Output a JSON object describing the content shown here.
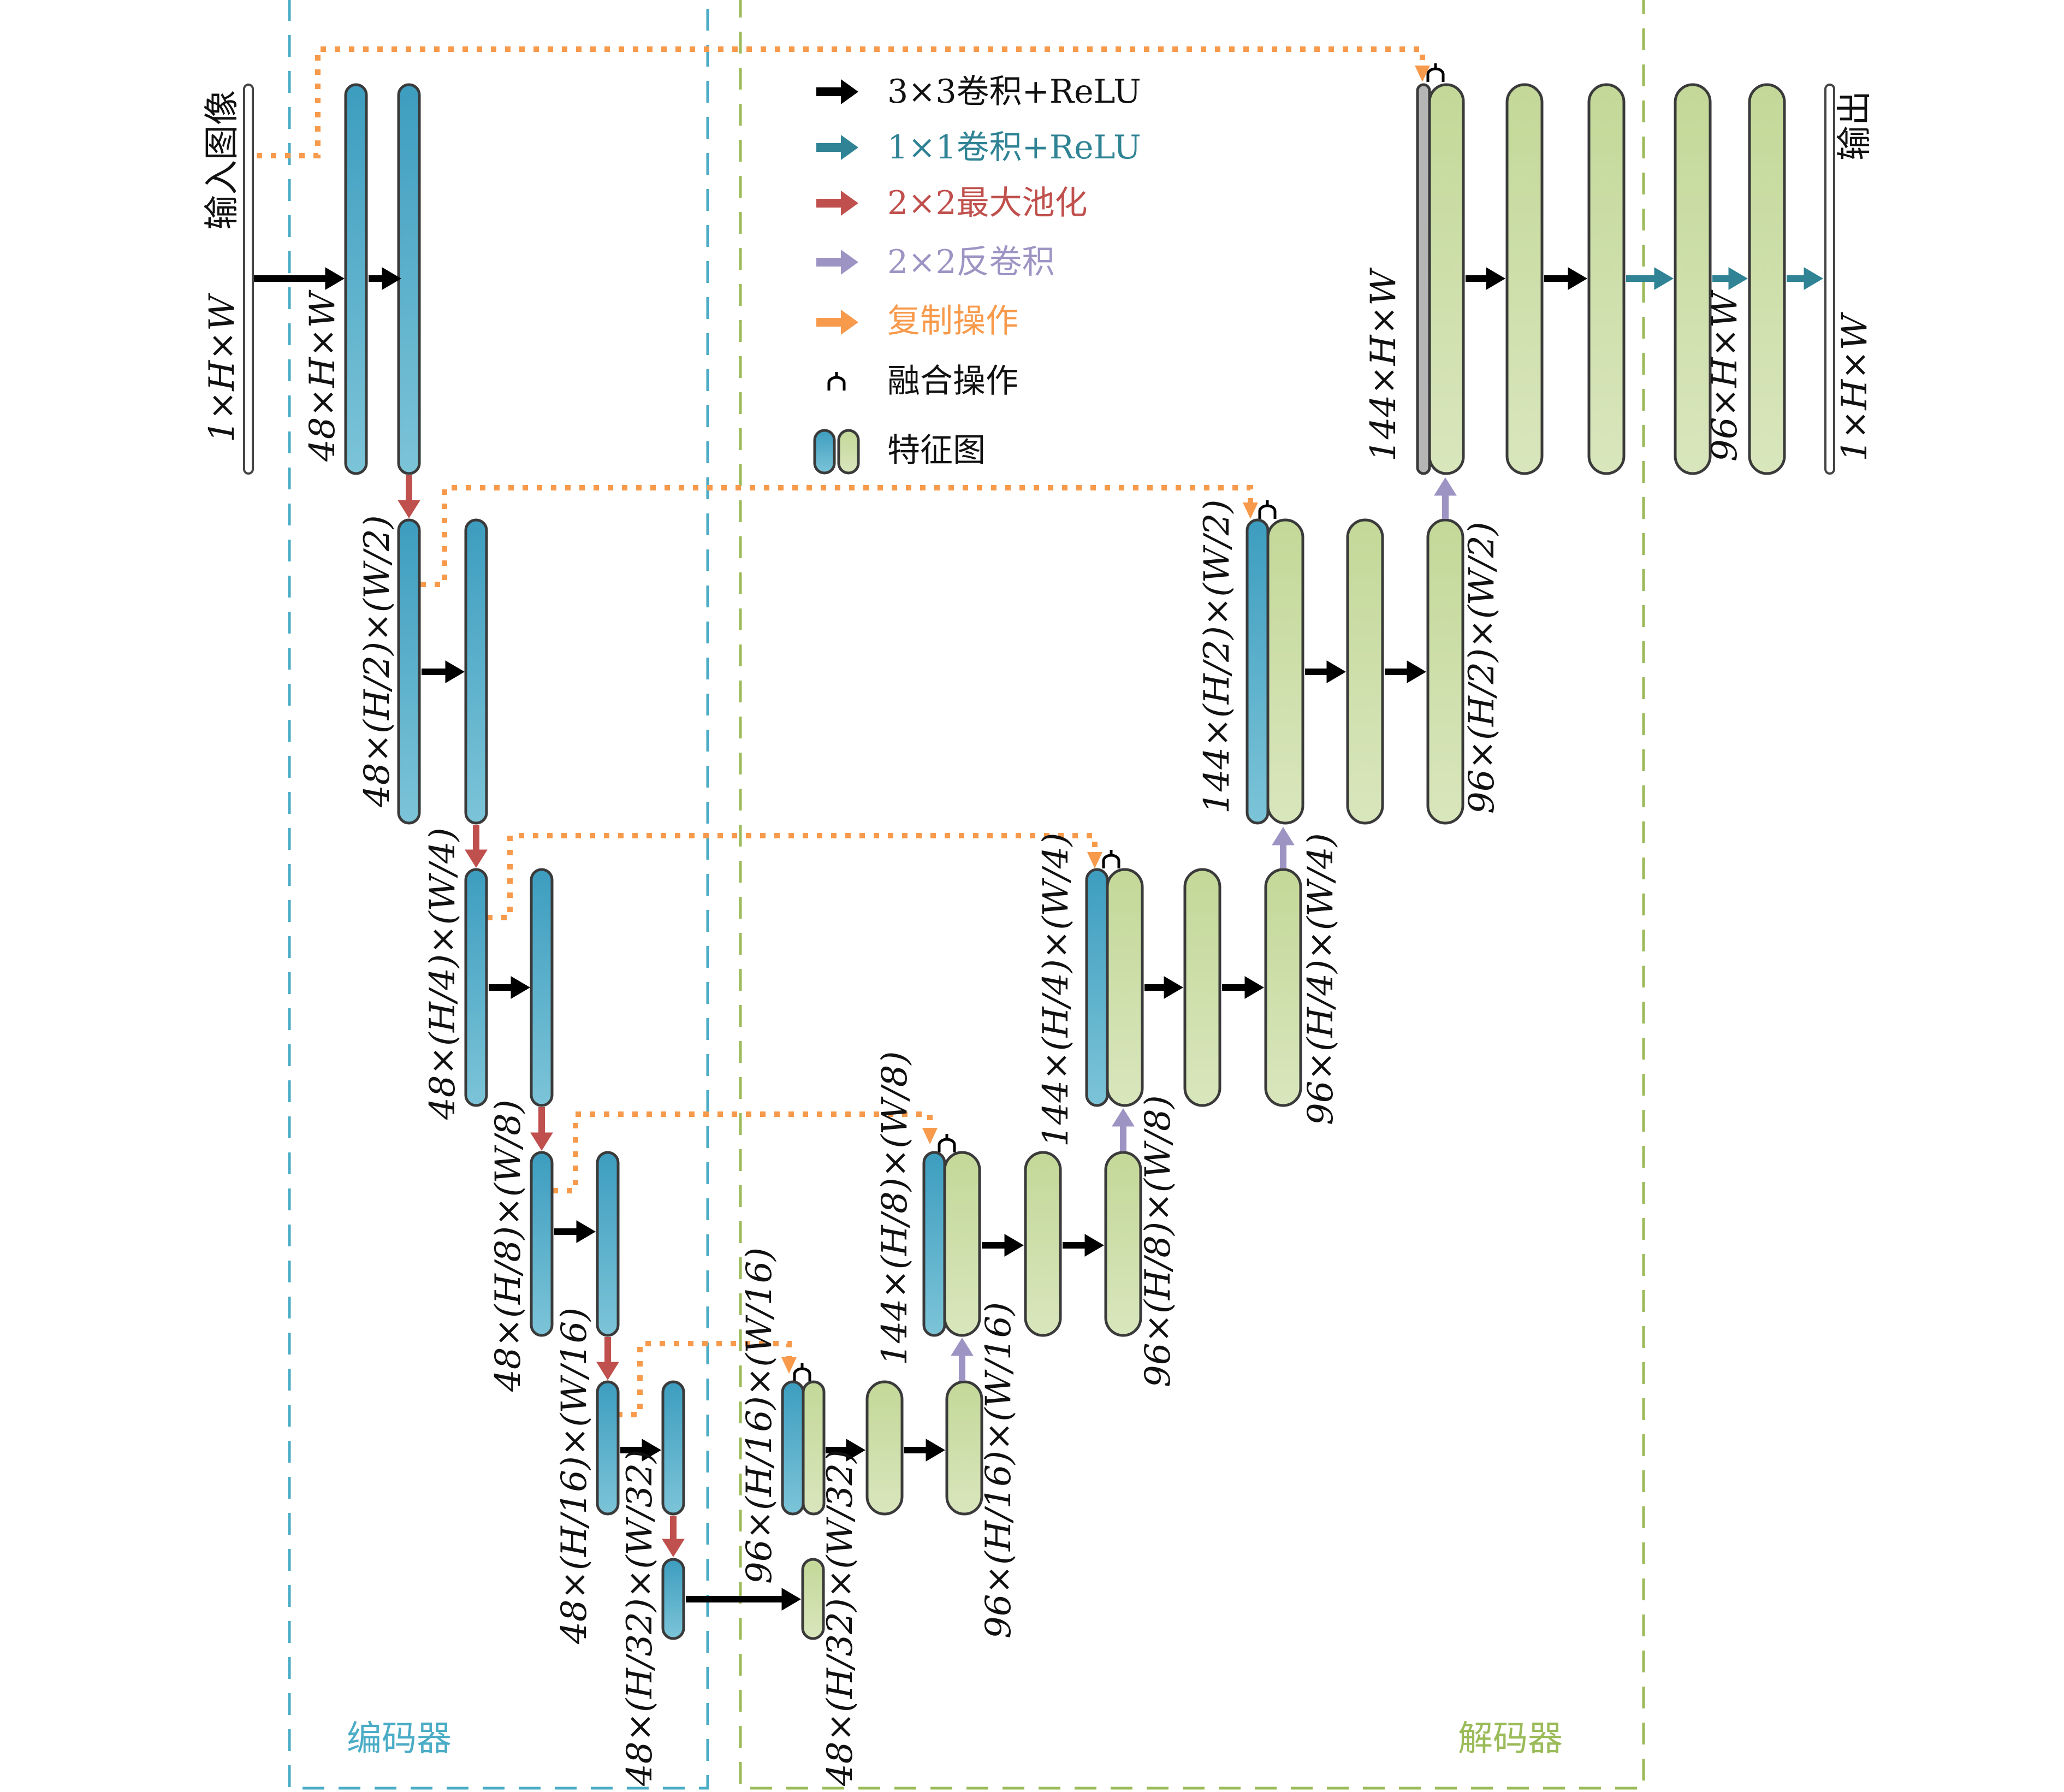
{
  "sections": {
    "encoder": "编码器",
    "decoder": "解码器"
  },
  "legend": [
    {
      "kind": "arrow",
      "color": "#000000",
      "text": "3×3卷积+ReLU"
    },
    {
      "kind": "arrow",
      "color": "#2f8394",
      "text": "1×1卷积+ReLU"
    },
    {
      "kind": "arrow",
      "color": "#c0504d",
      "text": "2×2最大池化"
    },
    {
      "kind": "arrow",
      "color": "#9e94c4",
      "text": "2×2反卷积"
    },
    {
      "kind": "arrow",
      "color": "#f79a4c",
      "text": "复制操作"
    },
    {
      "kind": "merge",
      "color": "#000000",
      "text": "融合操作"
    },
    {
      "kind": "feature",
      "color": "#000000",
      "text": "特征图"
    }
  ],
  "labels": {
    "input_title": "输入图像",
    "input_size": "1×H×W",
    "output_title": "输出",
    "output_size": "1×H×W",
    "enc1": "48×H×W",
    "enc2": "48×(H/2)×(W/2)",
    "enc3": "48×(H/4)×(W/4)",
    "enc4": "48×(H/8)×(W/8)",
    "enc5": "48×(H/16)×(W/16)",
    "enc6": "48×(H/32)×(W/32)",
    "dec0": "48×(H/32)×(W/32)",
    "dec5a": "96×(H/16)×(W/16)",
    "dec5b": "96×(H/16)×(W/16)",
    "dec4a": "144×(H/8)×(W/8)",
    "dec4b": "96×(H/8)×(W/8)",
    "dec3a": "144×(H/4)×(W/4)",
    "dec3b": "96×(H/4)×(W/4)",
    "dec2a": "144×(H/2)×(W/2)",
    "dec2b": "96×(H/2)×(W/2)",
    "dec1a": "144×H×W",
    "dec1b": "96×H×W"
  },
  "colors": {
    "encoder_box": "#4bacc6",
    "decoder_box": "#9bbb59",
    "blue_fill": "#4bacc6",
    "green_fill": "#c4d79b",
    "arrow_black": "#000000",
    "arrow_teal": "#2f8394",
    "arrow_red": "#c0504d",
    "arrow_purple": "#9e94c4",
    "arrow_orange": "#f79a4c"
  }
}
